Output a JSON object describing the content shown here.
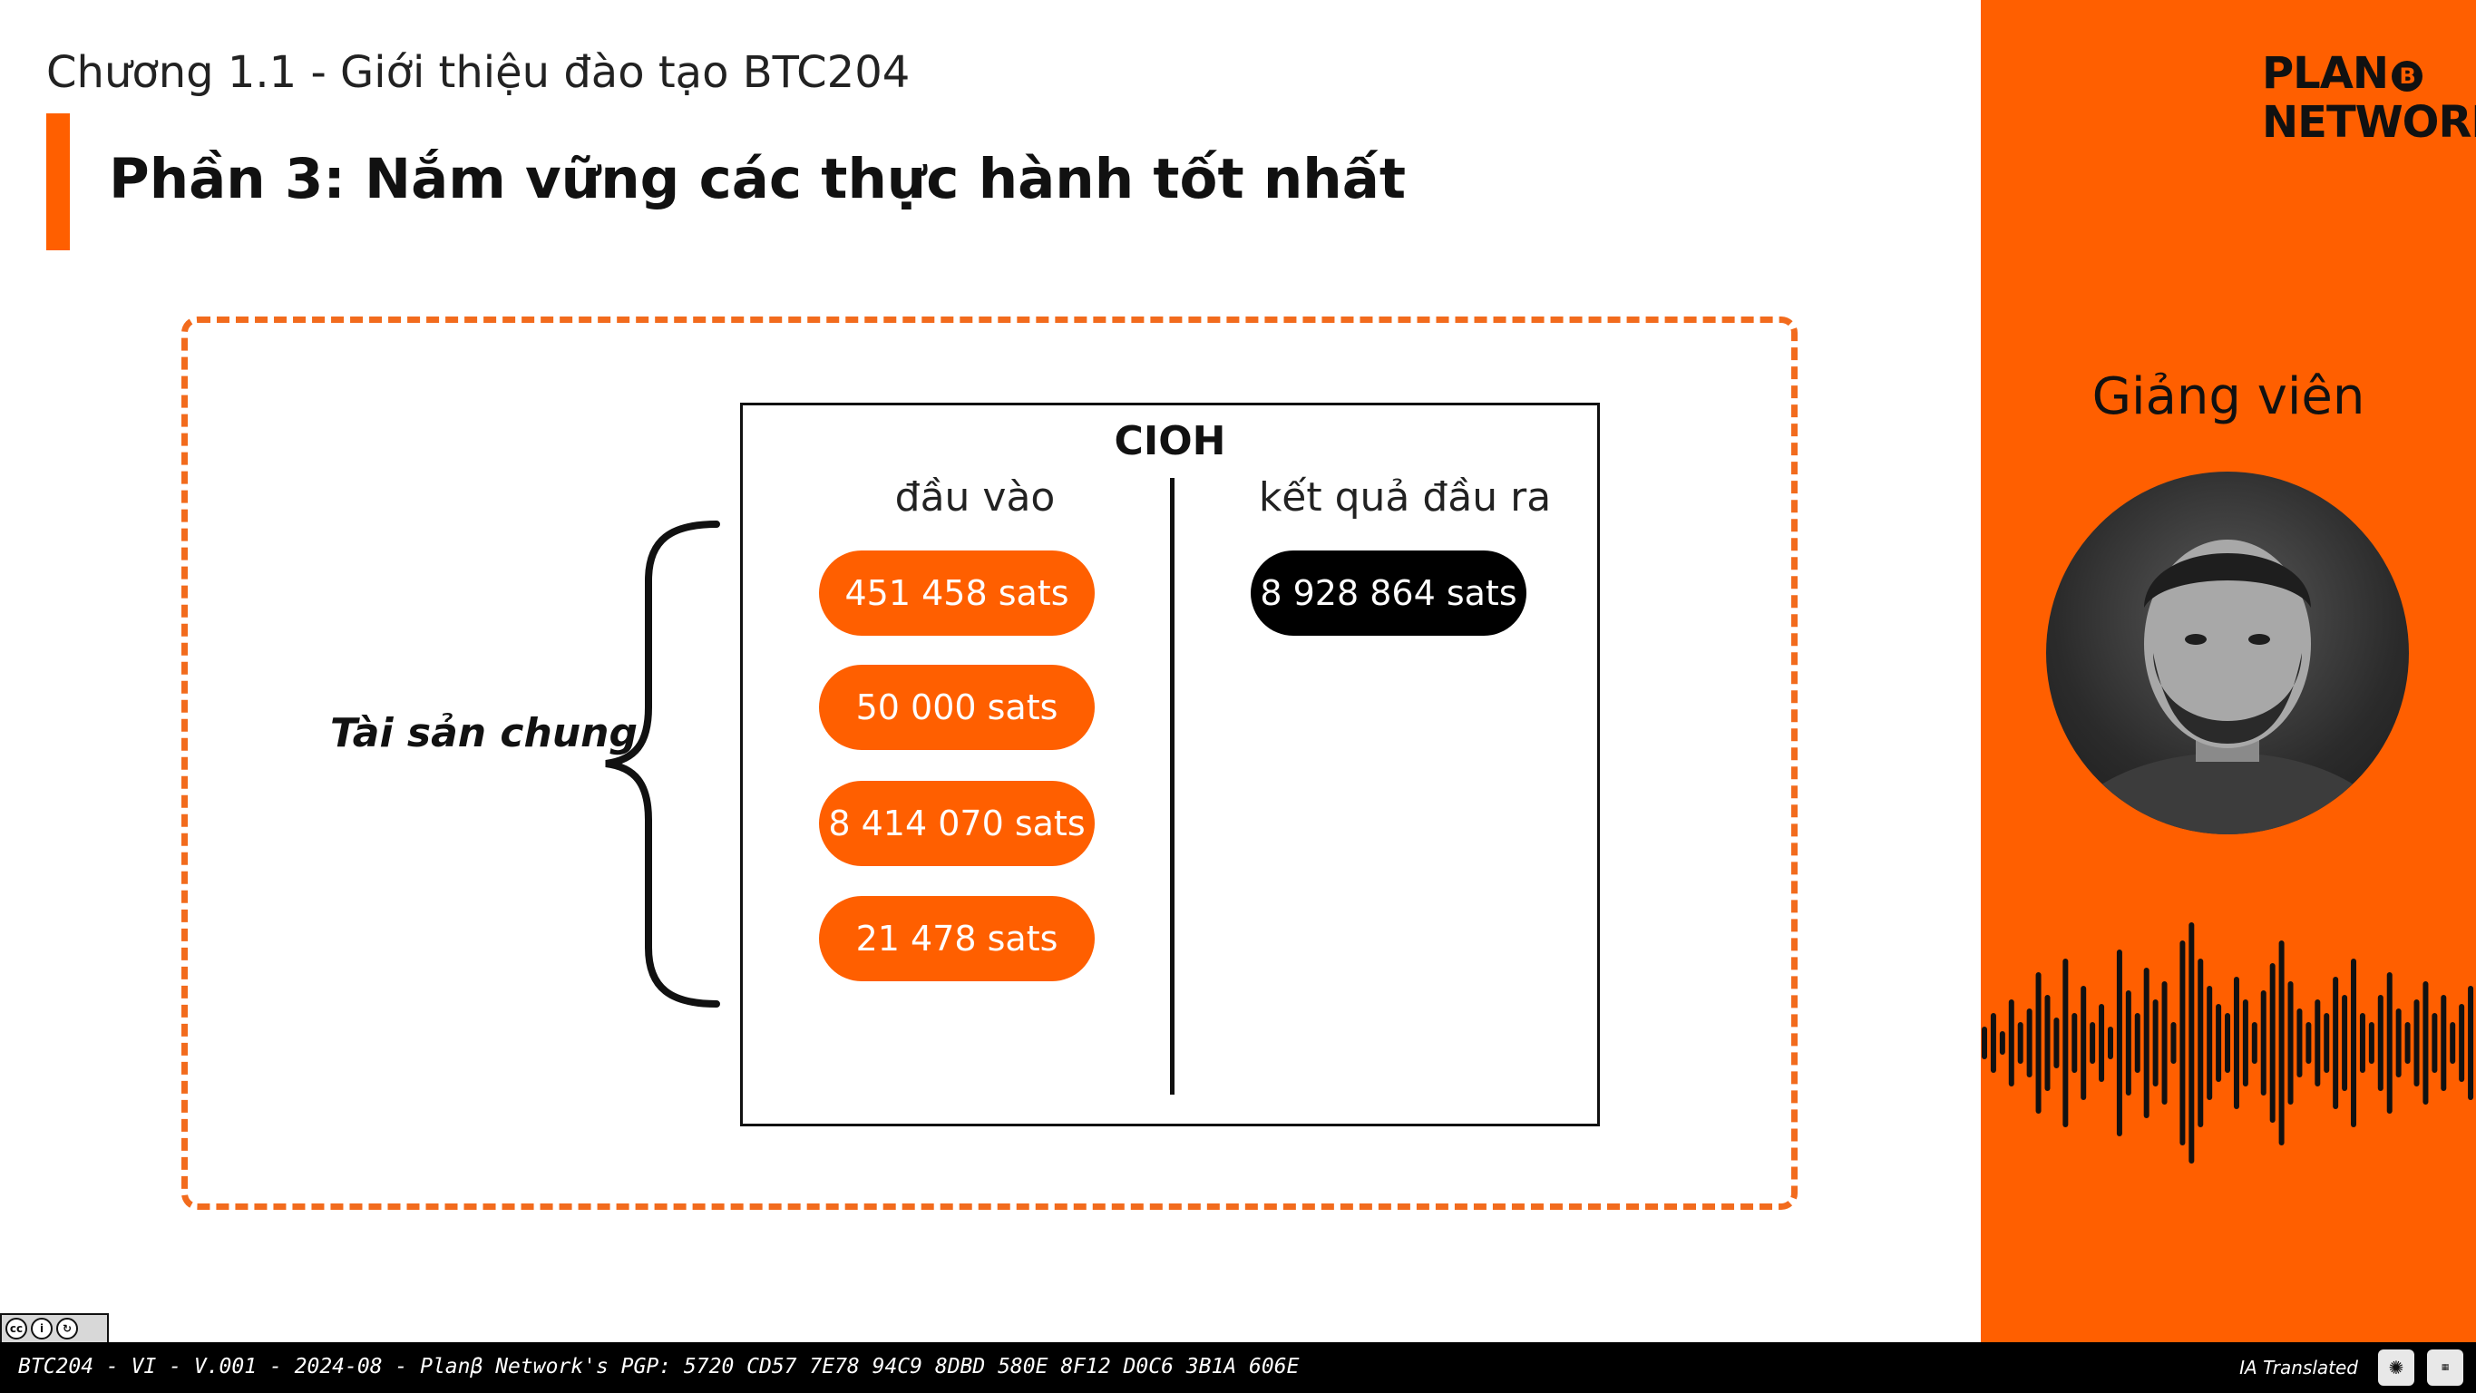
{
  "header": {
    "chapter": "Chương 1.1 - Giới thiệu đào tạo BTC204",
    "section_title": "Phần 3: Nắm vững các thực hành tốt nhất"
  },
  "diagram": {
    "group_label": "Tài sản chung",
    "box_title": "CIOH",
    "inputs_heading": "đầu vào",
    "outputs_heading": "kết quả đầu ra",
    "inputs": [
      "451 458 sats",
      "50 000 sats",
      "8 414 070 sats",
      "21 478 sats"
    ],
    "outputs": [
      "8 928 864 sats"
    ]
  },
  "sidebar": {
    "logo_line1": "PLAN",
    "logo_b": "B",
    "logo_line2": "NETWORK",
    "instructor_label": "Giảng viên",
    "avatar_icon": "instructor-photo",
    "wave_icon": "audio-waveform-icon"
  },
  "footer": {
    "info": "BTC204 - VI - V.001 - 2024-08 - Planβ Network's PGP: 5720 CD57 7E78 94C9 8DBD 580E 8F12 D0C6 3B1A 606E",
    "ia_label": "IA Translated"
  },
  "colors": {
    "accent": "#FF5F00",
    "dark": "#000000"
  }
}
